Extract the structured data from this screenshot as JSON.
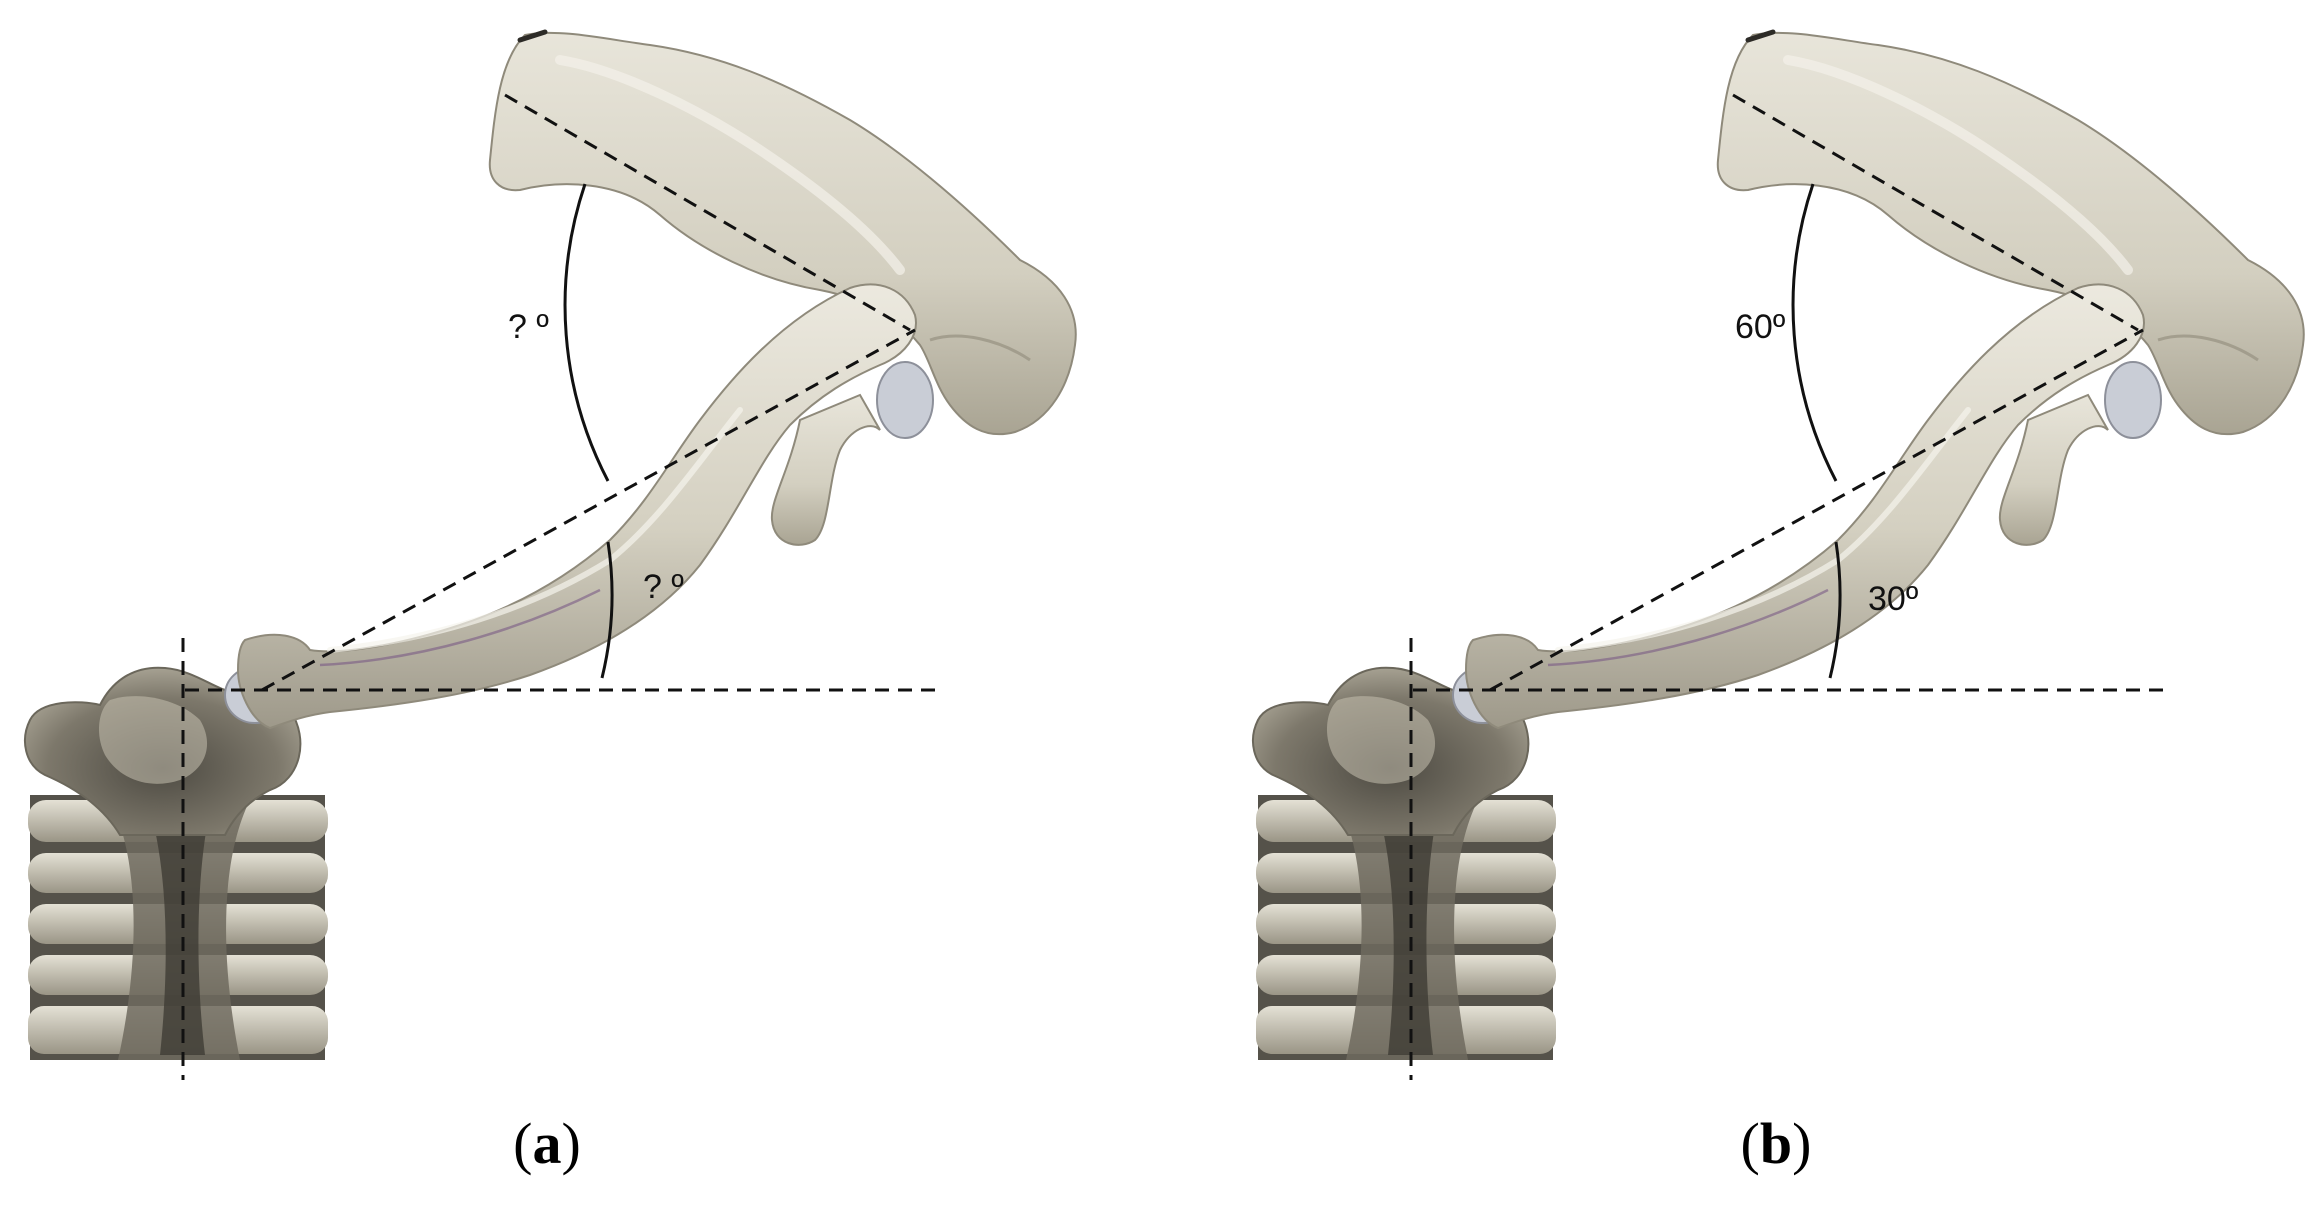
{
  "panels": [
    {
      "id": "a",
      "caption_letter": "a",
      "upper_angle": "? º",
      "lower_angle": "? º"
    },
    {
      "id": "b",
      "caption_letter": "b",
      "upper_angle": "60º",
      "lower_angle": "30º"
    }
  ],
  "colors": {
    "bone": "#d8d4c6",
    "bone_shadow": "#a7a291",
    "bone_dark": "#5b574c",
    "cartilage": "#c9cdd6",
    "line": "#111111"
  }
}
